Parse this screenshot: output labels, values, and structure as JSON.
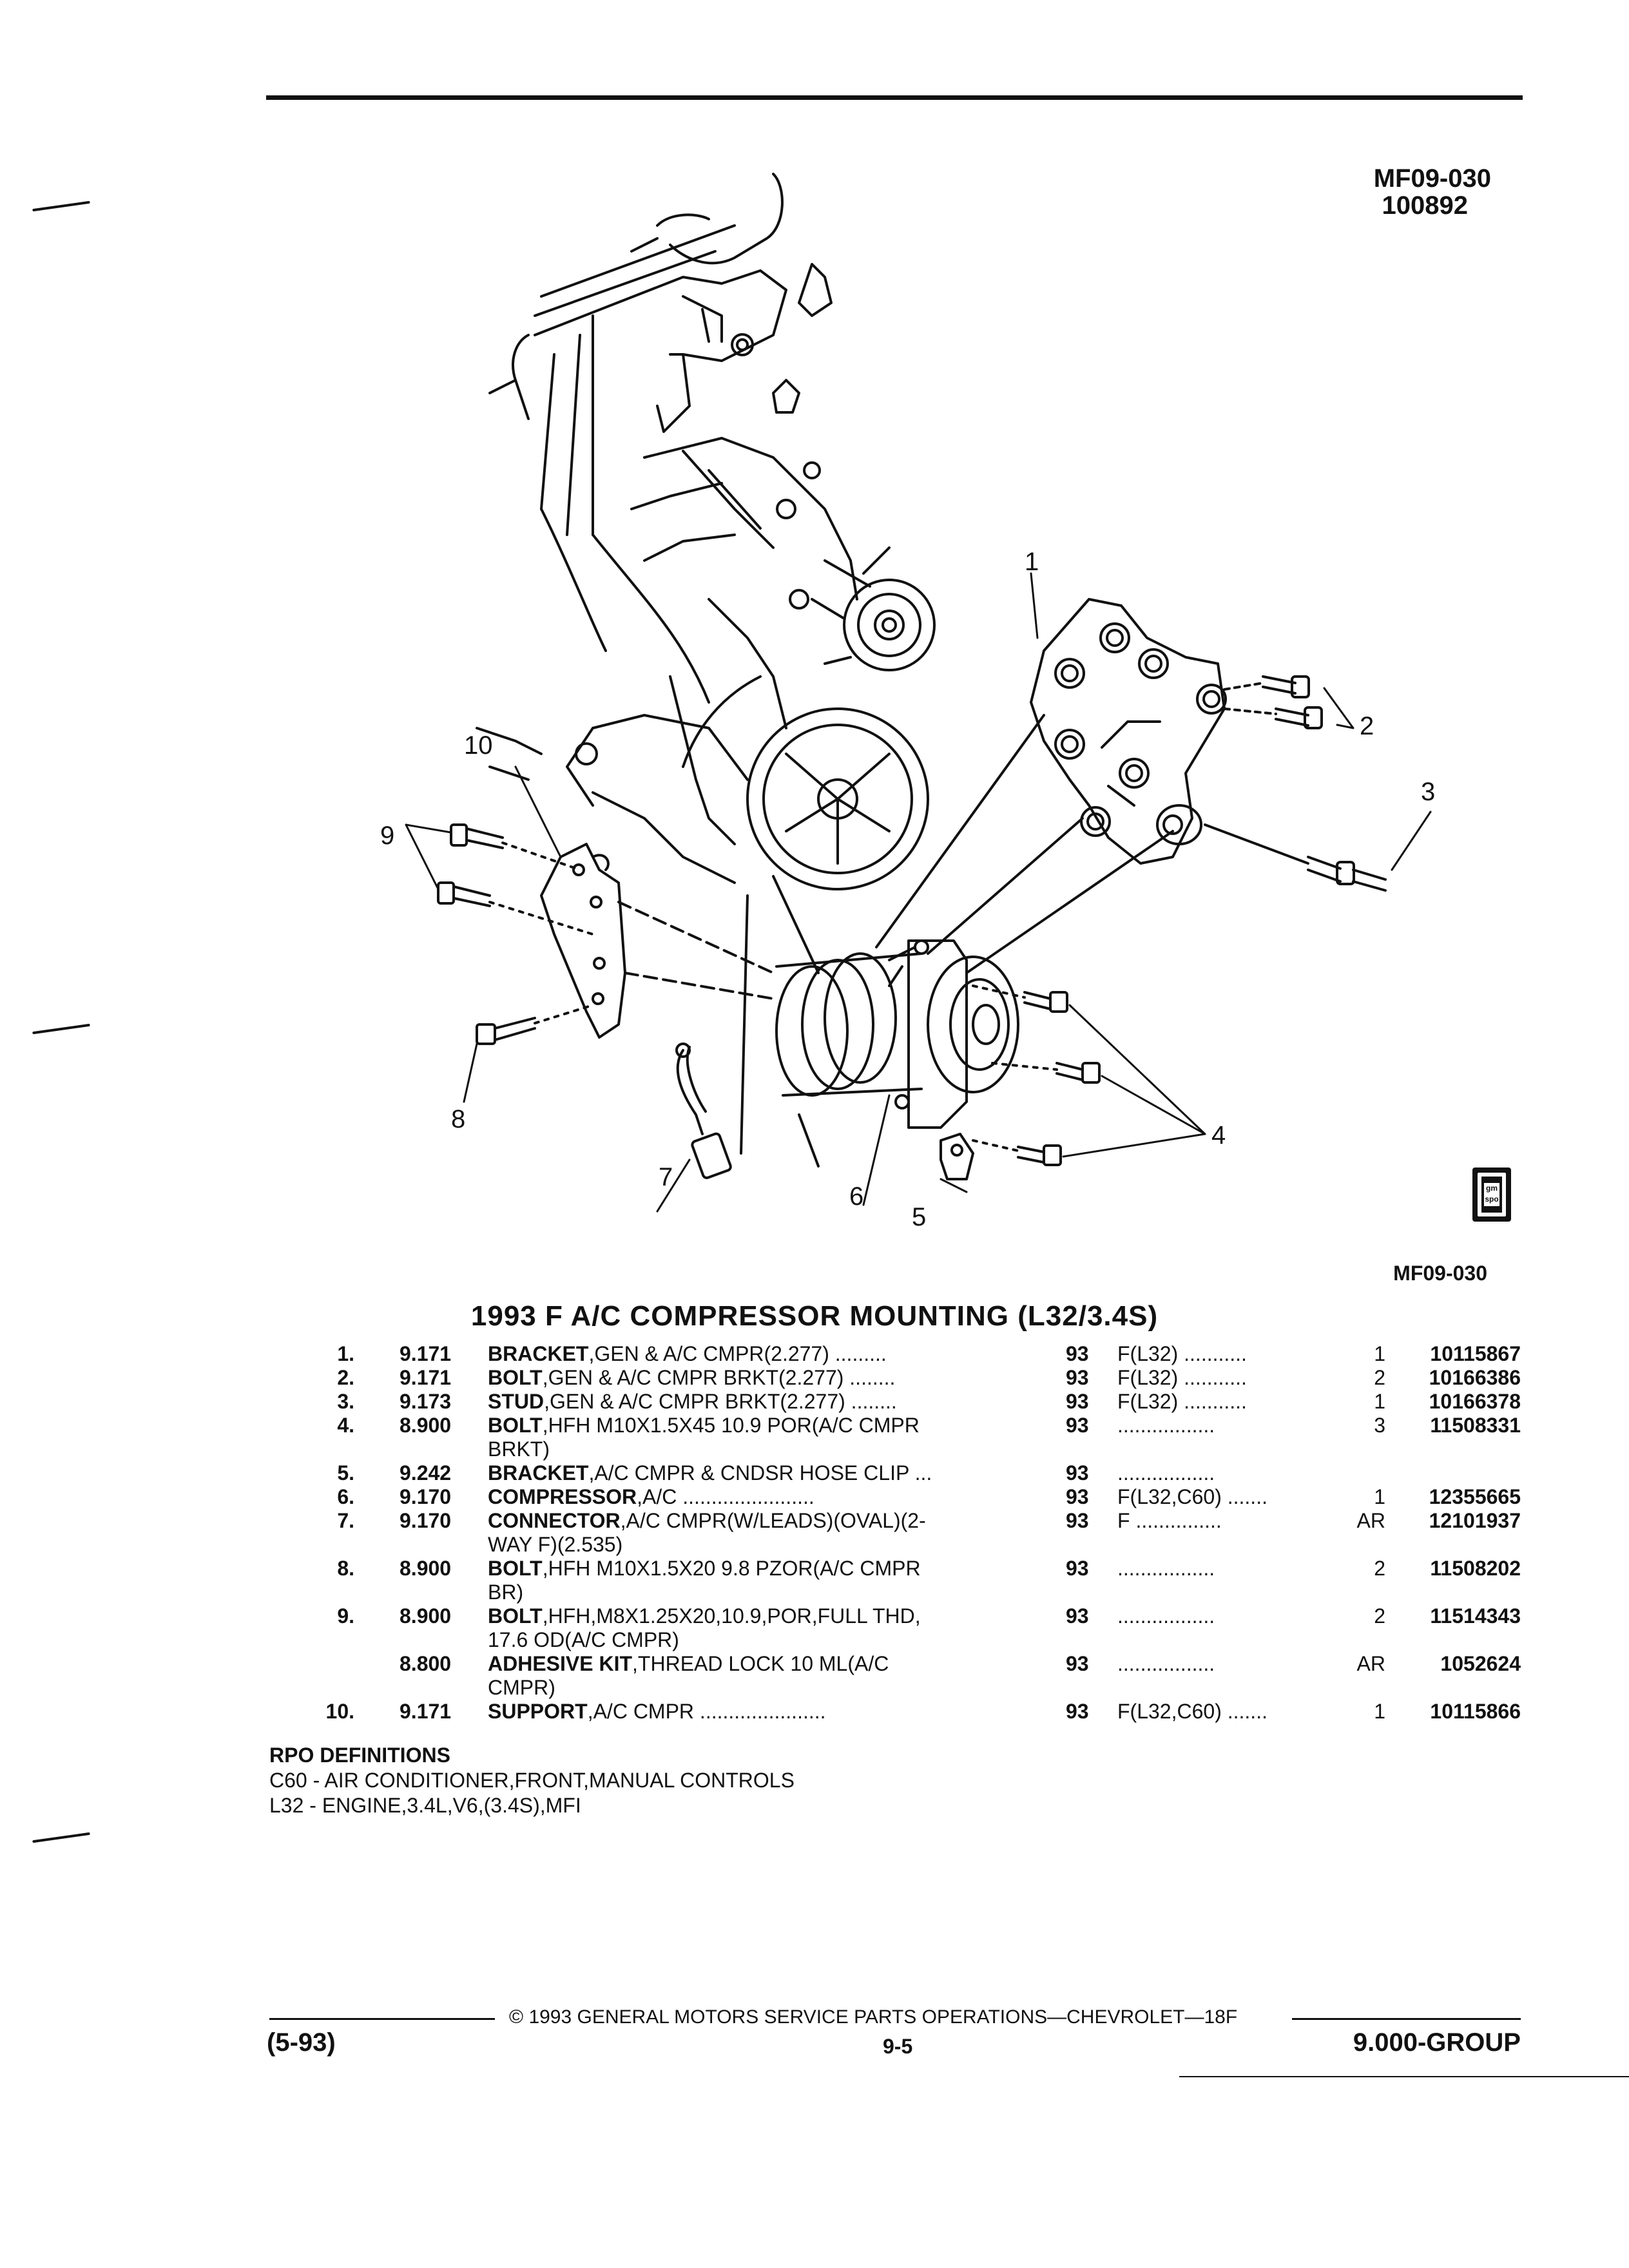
{
  "header": {
    "figure_code": "MF09-030",
    "date_code": "100892"
  },
  "figure": {
    "callouts": [
      "1",
      "2",
      "3",
      "4",
      "5",
      "6",
      "7",
      "8",
      "9",
      "10"
    ],
    "caption_code": "MF09-030",
    "logo_text": "gm spo"
  },
  "title": "1993 F A/C COMPRESSOR MOUNTING (L32/3.4S)",
  "parts": [
    {
      "item": "1.",
      "group": "9.171",
      "name": "BRACKET",
      "desc": ",GEN & A/C CMPR(2.277) .........",
      "year": "93",
      "model": "F(L32) ...........",
      "qty": "1",
      "part": "10115867"
    },
    {
      "item": "2.",
      "group": "9.171",
      "name": "BOLT",
      "desc": ",GEN & A/C CMPR BRKT(2.277) ........",
      "year": "93",
      "model": "F(L32) ...........",
      "qty": "2",
      "part": "10166386"
    },
    {
      "item": "3.",
      "group": "9.173",
      "name": "STUD",
      "desc": ",GEN & A/C CMPR BRKT(2.277) ........",
      "year": "93",
      "model": "F(L32) ...........",
      "qty": "1",
      "part": "10166378"
    },
    {
      "item": "4.",
      "group": "8.900",
      "name": "BOLT",
      "desc": ",HFH M10X1.5X45 10.9 POR(A/C CMPR",
      "cont": "BRKT)",
      "year": "93",
      "model": ".................",
      "qty": "3",
      "part": "11508331"
    },
    {
      "item": "5.",
      "group": "9.242",
      "name": "BRACKET",
      "desc": ",A/C CMPR & CNDSR HOSE CLIP ...",
      "year": "93",
      "model": ".................",
      "qty": "",
      "part": ""
    },
    {
      "item": "6.",
      "group": "9.170",
      "name": "COMPRESSOR",
      "desc": ",A/C .......................",
      "year": "93",
      "model": "F(L32,C60) .......",
      "qty": "1",
      "part": "12355665"
    },
    {
      "item": "7.",
      "group": "9.170",
      "name": "CONNECTOR",
      "desc": ",A/C CMPR(W/LEADS)(OVAL)(2-",
      "cont": "WAY F)(2.535)",
      "year": "93",
      "model": "F ...............",
      "qty": "AR",
      "part": "12101937"
    },
    {
      "item": "8.",
      "group": "8.900",
      "name": "BOLT",
      "desc": ",HFH M10X1.5X20 9.8 PZOR(A/C CMPR",
      "cont": "BR)",
      "year": "93",
      "model": ".................",
      "qty": "2",
      "part": "11508202"
    },
    {
      "item": "9.",
      "group": "8.900",
      "name": "BOLT",
      "desc": ",HFH,M8X1.25X20,10.9,POR,FULL THD,",
      "cont": "17.6 OD(A/C CMPR)",
      "year": "93",
      "model": ".................",
      "qty": "2",
      "part": "11514343"
    },
    {
      "item": "",
      "group": "8.800",
      "name": "ADHESIVE KIT",
      "desc": ",THREAD LOCK 10 ML(A/C",
      "cont": "CMPR)",
      "year": "93",
      "model": ".................",
      "qty": "AR",
      "part": "1052624"
    },
    {
      "item": "10.",
      "group": "9.171",
      "name": "SUPPORT",
      "desc": ",A/C CMPR ......................",
      "year": "93",
      "model": "F(L32,C60) .......",
      "qty": "1",
      "part": "10115866"
    }
  ],
  "rpo": {
    "heading": "RPO DEFINITIONS",
    "lines": [
      "C60 - AIR CONDITIONER,FRONT,MANUAL CONTROLS",
      "L32 - ENGINE,3.4L,V6,(3.4S),MFI"
    ]
  },
  "footer": {
    "copyright": "© 1993 GENERAL MOTORS SERVICE PARTS OPERATIONS—CHEVROLET—18F",
    "left_code": "(5-93)",
    "page": "9-5",
    "right_code": "9.000-GROUP"
  }
}
